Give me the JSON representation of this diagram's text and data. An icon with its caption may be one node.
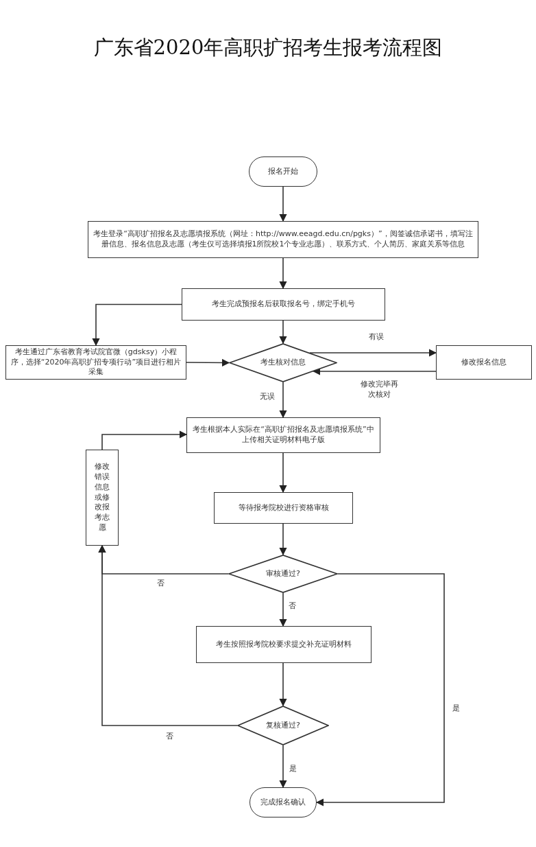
{
  "diagram": {
    "title": "广东省2020年高职扩招考生报考流程图",
    "nodes": [
      {
        "text": [
          "报名开始"
        ]
      },
      {
        "text": [
          "考生登录“高职扩招报名及志愿填报系统（网址：http://www.eeagd.edu.cn/pgks）”，阅签诚信承诺书，填写注册信息、报名信息及志愿（考生仅可选择填报1所院校1个专业志愿）、联系方式、个人简历、家庭关系等信息"
        ]
      },
      {
        "text": [
          "考生完成预报名后获取报名号，绑定手机号"
        ]
      },
      {
        "text": [
          "考生通过广东省教育考试院官微（gdsksy）小程序，选择“2020年高职扩招专项行动”项目进行相片采集"
        ]
      },
      {
        "text": [
          "考生核对信息"
        ]
      },
      {
        "text": [
          "修改报名信息"
        ]
      },
      {
        "text": [
          "考生根据本人实际在“高职扩招报名及志愿填报系统”中上传相关证明材料电子版"
        ]
      },
      {
        "text": [
          "修改错误信息或修改报考志愿"
        ]
      },
      {
        "text": [
          "等待报考院校进行资格审核"
        ]
      },
      {
        "text": [
          "审核通过?"
        ]
      },
      {
        "text": [
          "考生按照报考院校要求提交补充证明材料"
        ]
      },
      {
        "text": [
          "复核通过?"
        ]
      },
      {
        "text": [
          "完成报名确认"
        ]
      }
    ],
    "edges": [
      {
        "from": 0,
        "to": 1,
        "arrow": "to"
      },
      {
        "from": 1,
        "to": 2,
        "arrow": "to"
      },
      {
        "from": 2,
        "to": 3,
        "arrow": "to"
      },
      {
        "from": 2,
        "to": 4,
        "arrow": "to"
      },
      {
        "from": 3,
        "to": 4,
        "arrow": "to"
      },
      {
        "from": 4,
        "to": 5,
        "arrow": "to",
        "label": "有误"
      },
      {
        "from": 5,
        "to": 4,
        "arrow": "to",
        "label": "修改完毕再次核对"
      },
      {
        "from": 4,
        "to": 6,
        "arrow": "to",
        "label": "无误"
      },
      {
        "from": 6,
        "to": 8,
        "arrow": "to"
      },
      {
        "from": 8,
        "to": 9,
        "arrow": "to"
      },
      {
        "from": 9,
        "to": 10,
        "arrow": "to",
        "label": "否"
      },
      {
        "from": 9,
        "to": 7,
        "arrow": "to",
        "label": "否"
      },
      {
        "from": 7,
        "to": 6,
        "arrow": "to"
      },
      {
        "from": 9,
        "to": 12,
        "arrow": "to",
        "label": "是"
      },
      {
        "from": 10,
        "to": 11,
        "arrow": "to"
      },
      {
        "from": 11,
        "to": 7,
        "arrow": "to",
        "label": "否"
      },
      {
        "from": 11,
        "to": 12,
        "arrow": "to",
        "label": "是"
      }
    ]
  }
}
